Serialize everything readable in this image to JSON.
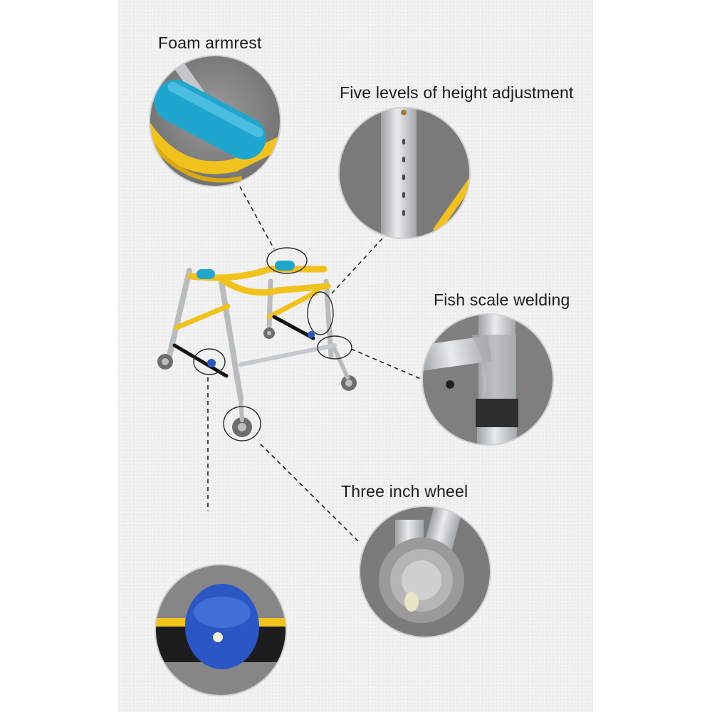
{
  "labels": {
    "foam_armrest": "Foam armrest",
    "height_adjustment": "Five levels of height adjustment",
    "fish_scale_welding": "Fish scale welding",
    "three_inch_wheel": "Three inch wheel"
  },
  "colors": {
    "frame_yellow": "#f2c21c",
    "foam_blue": "#1fa6cf",
    "aluminum": "#c9ccce",
    "wheel_grey": "#8a8a8a",
    "cap_blue": "#2a56c6",
    "callout_bg": "#7d7d7d",
    "page_bg": "#f1f1f1"
  }
}
